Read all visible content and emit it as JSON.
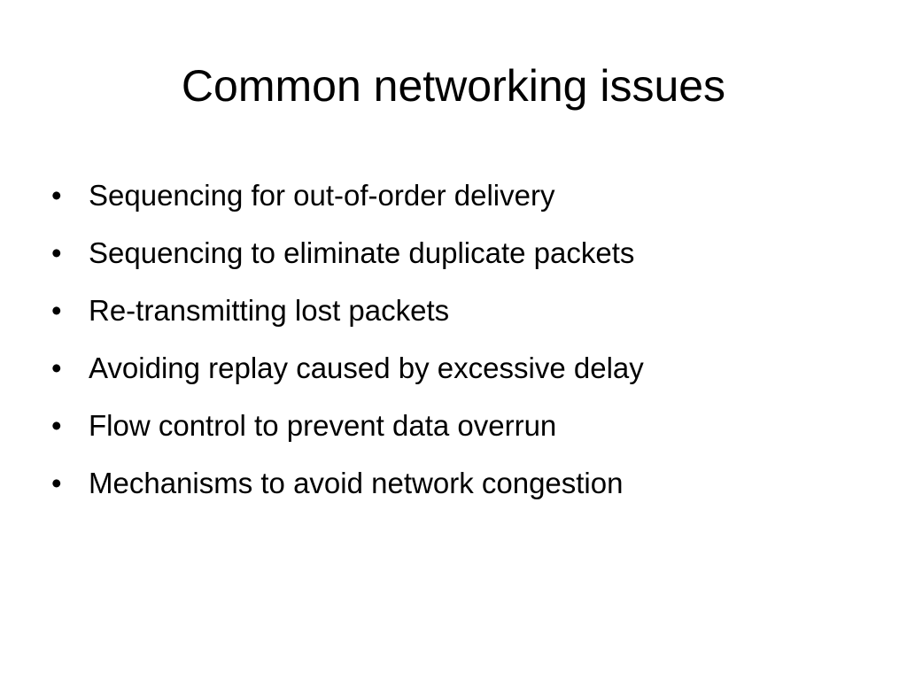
{
  "slide": {
    "title": "Common networking issues",
    "bullet_glyph": "•",
    "bullets": [
      "Sequencing for out-of-order delivery",
      "Sequencing to eliminate duplicate packets",
      "Re-transmitting lost packets",
      "Avoiding replay caused by excessive delay",
      "Flow control to prevent data overrun",
      "Mechanisms to avoid network congestion"
    ]
  },
  "colors": {
    "background": "#ffffff",
    "text": "#000000"
  }
}
